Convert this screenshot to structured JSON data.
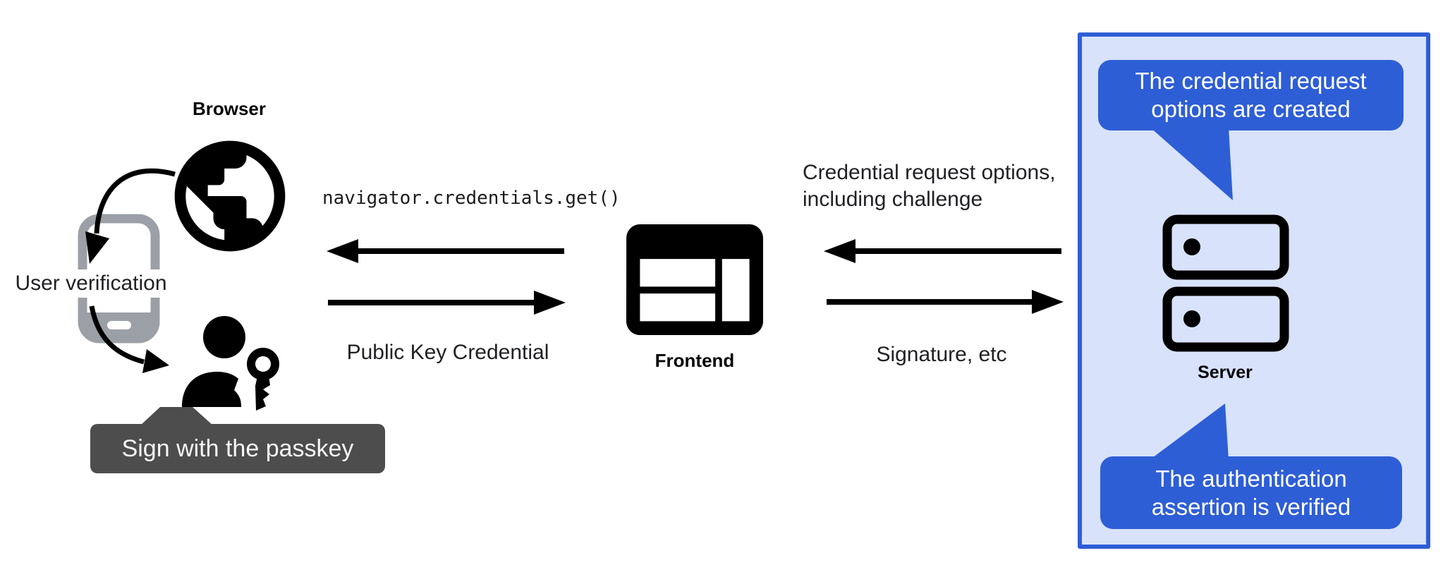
{
  "nodes": {
    "browser": {
      "label": "Browser"
    },
    "frontend": {
      "label": "Frontend"
    },
    "server": {
      "label": "Server"
    }
  },
  "left_flow": {
    "user_verification": "User verification",
    "passkey_tooltip": "Sign with the passkey"
  },
  "messages": {
    "get_call": "navigator.credentials.get()",
    "public_key_credential": "Public Key Credential",
    "credential_request": {
      "line1": "Credential request options,",
      "line2": "including challenge"
    },
    "signature": "Signature, etc"
  },
  "callouts": {
    "top": {
      "line1": "The credential request",
      "line2": "options are created"
    },
    "bottom": {
      "line1": "The authentication",
      "line2": "assertion is verified"
    }
  },
  "icons": {
    "browser": "globe-icon",
    "user_verification": "smartphone-icon",
    "user": "person-icon",
    "passkey": "key-icon",
    "frontend": "browser-window-icon",
    "server": "server-rack-icon"
  },
  "colors": {
    "accent_blue": "#2e5ed6",
    "panel_fill_blue": "#d8e2fa",
    "tooltip_gray": "#4d4d4d",
    "phone_gray": "#9aa0a6",
    "ink_black": "#000000",
    "text_dark": "#202124",
    "text_white": "#ffffff"
  }
}
